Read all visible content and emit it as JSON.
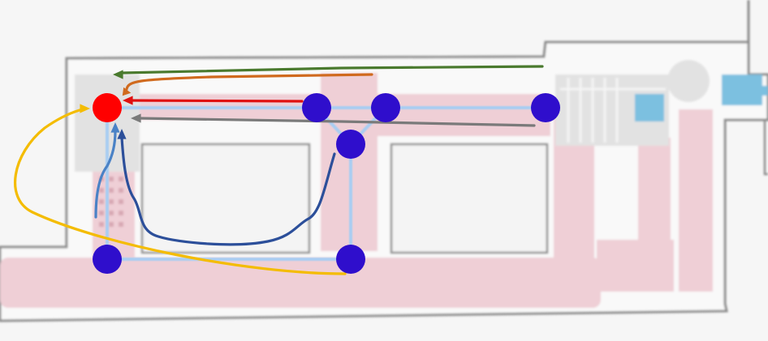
{
  "colors": {
    "background": "#f6f6f6",
    "floor": "#f9f9f9",
    "wall": "#8a8a8a",
    "room": "#f2f2f2",
    "corridor": "#efcfd6",
    "grey_block": "#e2e2e2",
    "blue_block": "#7cc0e0",
    "graph_edge": "#a8cdf2",
    "node": "#2f0ecc",
    "target_node": "#ff0000"
  },
  "map": {
    "nodes": [
      {
        "id": "target",
        "type": "target"
      },
      {
        "id": "n1",
        "type": "waypoint"
      },
      {
        "id": "n2",
        "type": "waypoint"
      },
      {
        "id": "n3",
        "type": "waypoint"
      },
      {
        "id": "n4",
        "type": "waypoint"
      },
      {
        "id": "n5",
        "type": "waypoint"
      },
      {
        "id": "n6",
        "type": "waypoint"
      }
    ],
    "edges": [
      [
        "target",
        "n1"
      ],
      [
        "n1",
        "n2"
      ],
      [
        "n2",
        "n3"
      ],
      [
        "n1",
        "n4"
      ],
      [
        "n4",
        "n2"
      ],
      [
        "n4",
        "n6"
      ],
      [
        "n6",
        "n5"
      ],
      [
        "n5",
        "target"
      ]
    ],
    "routes": [
      {
        "id": "route-green",
        "color": "#4a7a2e",
        "from": "n3-east",
        "to": "target"
      },
      {
        "id": "route-orange",
        "color": "#d06a1e",
        "from": "n2-north",
        "to": "target"
      },
      {
        "id": "route-red",
        "color": "#e01010",
        "from": "n1",
        "to": "target"
      },
      {
        "id": "route-grey",
        "color": "#7a7a7a",
        "from": "n3",
        "to": "target"
      },
      {
        "id": "route-yellow",
        "color": "#f4bc00",
        "from": "n6",
        "to": "target"
      },
      {
        "id": "route-navy",
        "color": "#2c4f9a",
        "from": "n4",
        "to": "target"
      },
      {
        "id": "route-lightblue",
        "color": "#4a82c6",
        "from": "n5",
        "to": "target"
      }
    ]
  }
}
